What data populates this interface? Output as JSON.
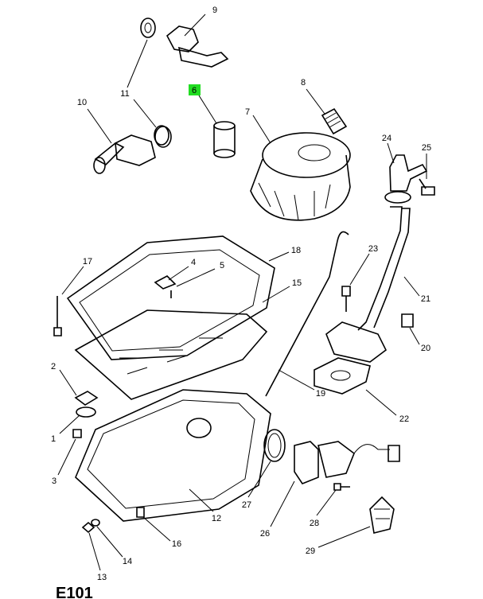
{
  "diagram_code": "E101",
  "highlight_color": "#22dd22",
  "highlighted_callout": "6",
  "callouts": [
    "1",
    "2",
    "3",
    "4",
    "5",
    "6",
    "7",
    "8",
    "9",
    "10",
    "11",
    "12",
    "13",
    "14",
    "15",
    "16",
    "17",
    "18",
    "19",
    "20",
    "21",
    "22",
    "23",
    "24",
    "25",
    "26",
    "27",
    "28",
    "29"
  ]
}
